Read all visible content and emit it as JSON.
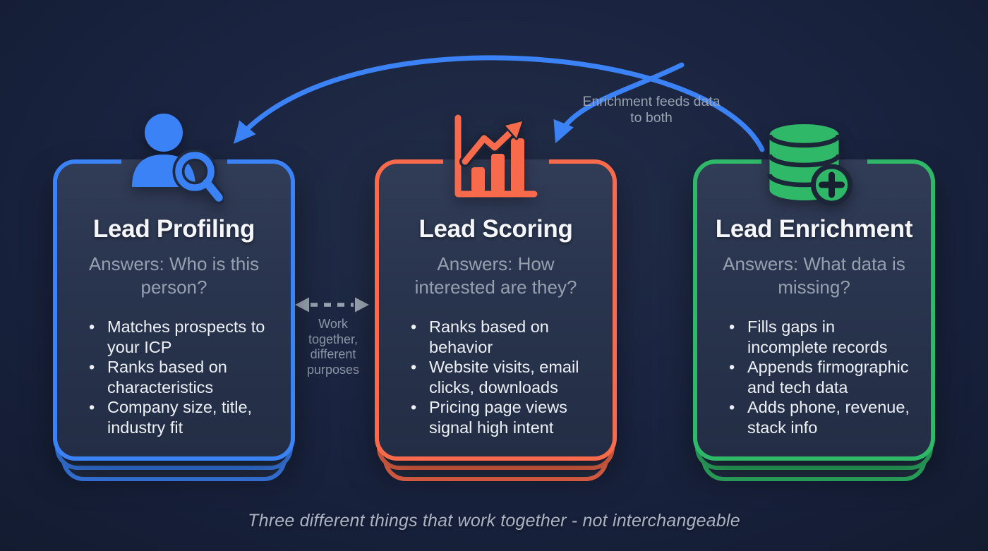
{
  "colors": {
    "background": "#18223a",
    "card_fill": "#29344e",
    "profiling_accent": "#3b82f6",
    "scoring_accent": "#f76a4c",
    "enrichment_accent": "#2eb867",
    "title_text": "#f4f6f9",
    "muted_text": "#95a0af"
  },
  "cards": [
    {
      "id": "profiling",
      "accent": "#3b82f6",
      "icon": "person-search-icon",
      "title": "Lead Profiling",
      "subtitle": "Answers: Who is this person?",
      "bullets": [
        "Matches prospects to your ICP",
        "Ranks based on characteristics",
        "Company size, title, industry fit"
      ]
    },
    {
      "id": "scoring",
      "accent": "#f76a4c",
      "icon": "bar-chart-trend-icon",
      "title": "Lead Scoring",
      "subtitle": "Answers: How interested are they?",
      "bullets": [
        "Ranks based on behavior",
        "Website visits, email clicks, downloads",
        "Pricing page views signal high intent"
      ]
    },
    {
      "id": "enrichment",
      "accent": "#2eb867",
      "icon": "database-add-icon",
      "title": "Lead Enrichment",
      "subtitle": "Answers: What data is missing?",
      "bullets": [
        "Fills gaps in incomplete records",
        "Appends firmographic and tech data",
        "Adds phone, revenue, stack info"
      ]
    }
  ],
  "annotations": {
    "enrichment_arrow_label": "Enrichment feeds data to both",
    "between_cards_label": "Work together, different purposes",
    "footer_caption": "Three different things that work together - not interchangeable"
  }
}
